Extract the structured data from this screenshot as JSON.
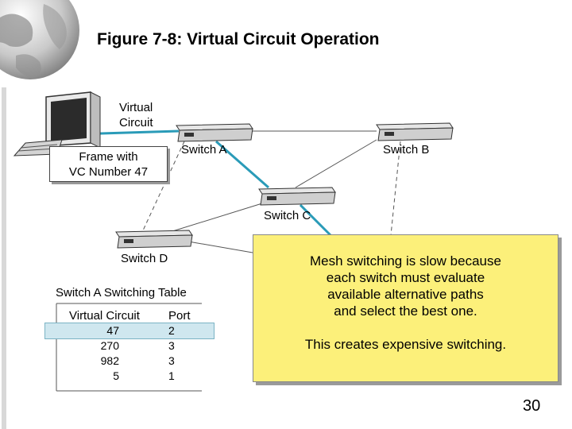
{
  "title": "Figure 7-8: Virtual Circuit Operation",
  "labels": {
    "virtual_circuit_line1": "Virtual",
    "virtual_circuit_line2": "Circuit",
    "frame_line1": "Frame with",
    "frame_line2": "VC Number 47",
    "switch_a": "Switch A",
    "switch_b": "Switch B",
    "switch_c": "Switch C",
    "switch_d": "Switch D"
  },
  "switching_table": {
    "title": "Switch A Switching Table",
    "headers": [
      "Virtual Circuit",
      "Port"
    ],
    "rows": [
      [
        "47",
        "2"
      ],
      [
        "270",
        "3"
      ],
      [
        "982",
        "3"
      ],
      [
        "5",
        "1"
      ]
    ],
    "highlighted_row": 0
  },
  "note": {
    "paragraph1": "Mesh switching is slow because each switch must evaluate available alternative paths and select the best one.",
    "line1": "Mesh switching is slow because",
    "line2": "each switch must evaluate",
    "line3": "available alternative paths",
    "line4": "and select the best one.",
    "paragraph2": "This creates expensive switching."
  },
  "page_number": "30",
  "colors": {
    "virtual_circuit_path": "#2a9bb8",
    "note_background": "#fcf07a",
    "table_highlight": "#cfe7ef"
  },
  "icons": [
    "globe-icon",
    "computer-icon",
    "switch-icon"
  ]
}
